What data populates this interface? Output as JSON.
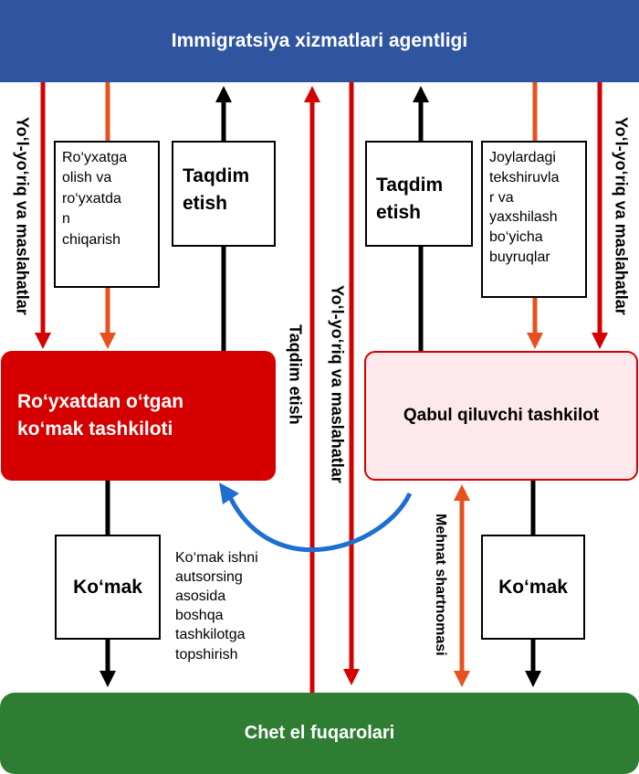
{
  "colors": {
    "agency": "#2f55a0",
    "foreigners": "#2e7d32",
    "registered_org": "#d50000",
    "receiving_org_fill": "#fde8ec",
    "receiving_org_border": "#d50000",
    "guidance_arrow": "#d50000",
    "registration_arrow": "#e8501e",
    "outsourcing_arrow": "#1e6fd0"
  },
  "agency": "Immigratsiya xizmatlari agentligi",
  "foreigners": "Chet el fuqarolari",
  "registered_org": "Ro‘yxatdan o‘tgan\nko‘mak tashkiloti",
  "receiving_org": "Qabul qiluvchi tashkilot",
  "left_guidance": "Yo‘l-yo‘riq va maslahatlar",
  "right_guidance": "Yo‘l-yo‘riq va maslahatlar",
  "center_guidance": "Yo‘l-yo‘riq va maslahatlar",
  "center_submission": "Taqdim etish",
  "registration_box": "Ro‘yxatga\nolish va\nro‘yxatda\nn\nchiqarish",
  "left_submission_box": "Taqdim\netish",
  "right_submission_box": "Taqdim\netish",
  "inspection_box": "Joylardagi\ntekshiruvla\nr va\nyaxshilash\nbo‘yicha\nbuyruqlar",
  "left_support": "Ko‘mak",
  "right_support": "Ko‘mak",
  "outsourcing_note": "Ko‘mak ishni\nautsorsing\nasosida\nboshqa\ntashkilotga\ntopshirish",
  "employment_contract": "Mehnat shartnomasi"
}
